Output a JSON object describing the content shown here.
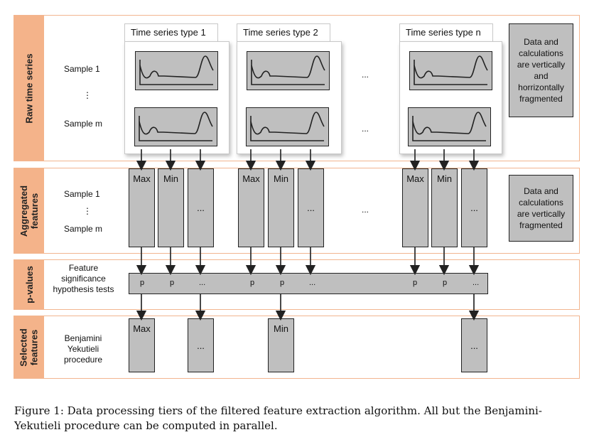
{
  "tiers": {
    "raw": "Raw time series",
    "aggregated": "Aggregated features",
    "pvalues": "p-values",
    "selected": "Selected features"
  },
  "raw": {
    "types": [
      "Time series type 1",
      "Time series type 2",
      "Time series type n"
    ],
    "sample_first": "Sample 1",
    "sample_dots": "⋮",
    "sample_last": "Sample m",
    "between_dots": "...",
    "note": "Data and calculations are vertically and horrizontally fragmented"
  },
  "aggregated": {
    "sample_first": "Sample 1",
    "sample_dots": "⋮",
    "sample_last": "Sample m",
    "max": "Max",
    "min": "Min",
    "dots": "...",
    "between_dots": "...",
    "note": "Data and calculations are vertically fragmented"
  },
  "pvalues": {
    "label": "Feature significance hypothesis tests",
    "p": "p",
    "dots": "..."
  },
  "selected": {
    "label": "Benjamini Yekutieli procedure",
    "max": "Max",
    "min": "Min",
    "dots": "..."
  },
  "caption": "Figure 1:  Data processing tiers of the filtered feature extraction algorithm.  All but the Benjamini-Yekutieli procedure can be computed in parallel."
}
